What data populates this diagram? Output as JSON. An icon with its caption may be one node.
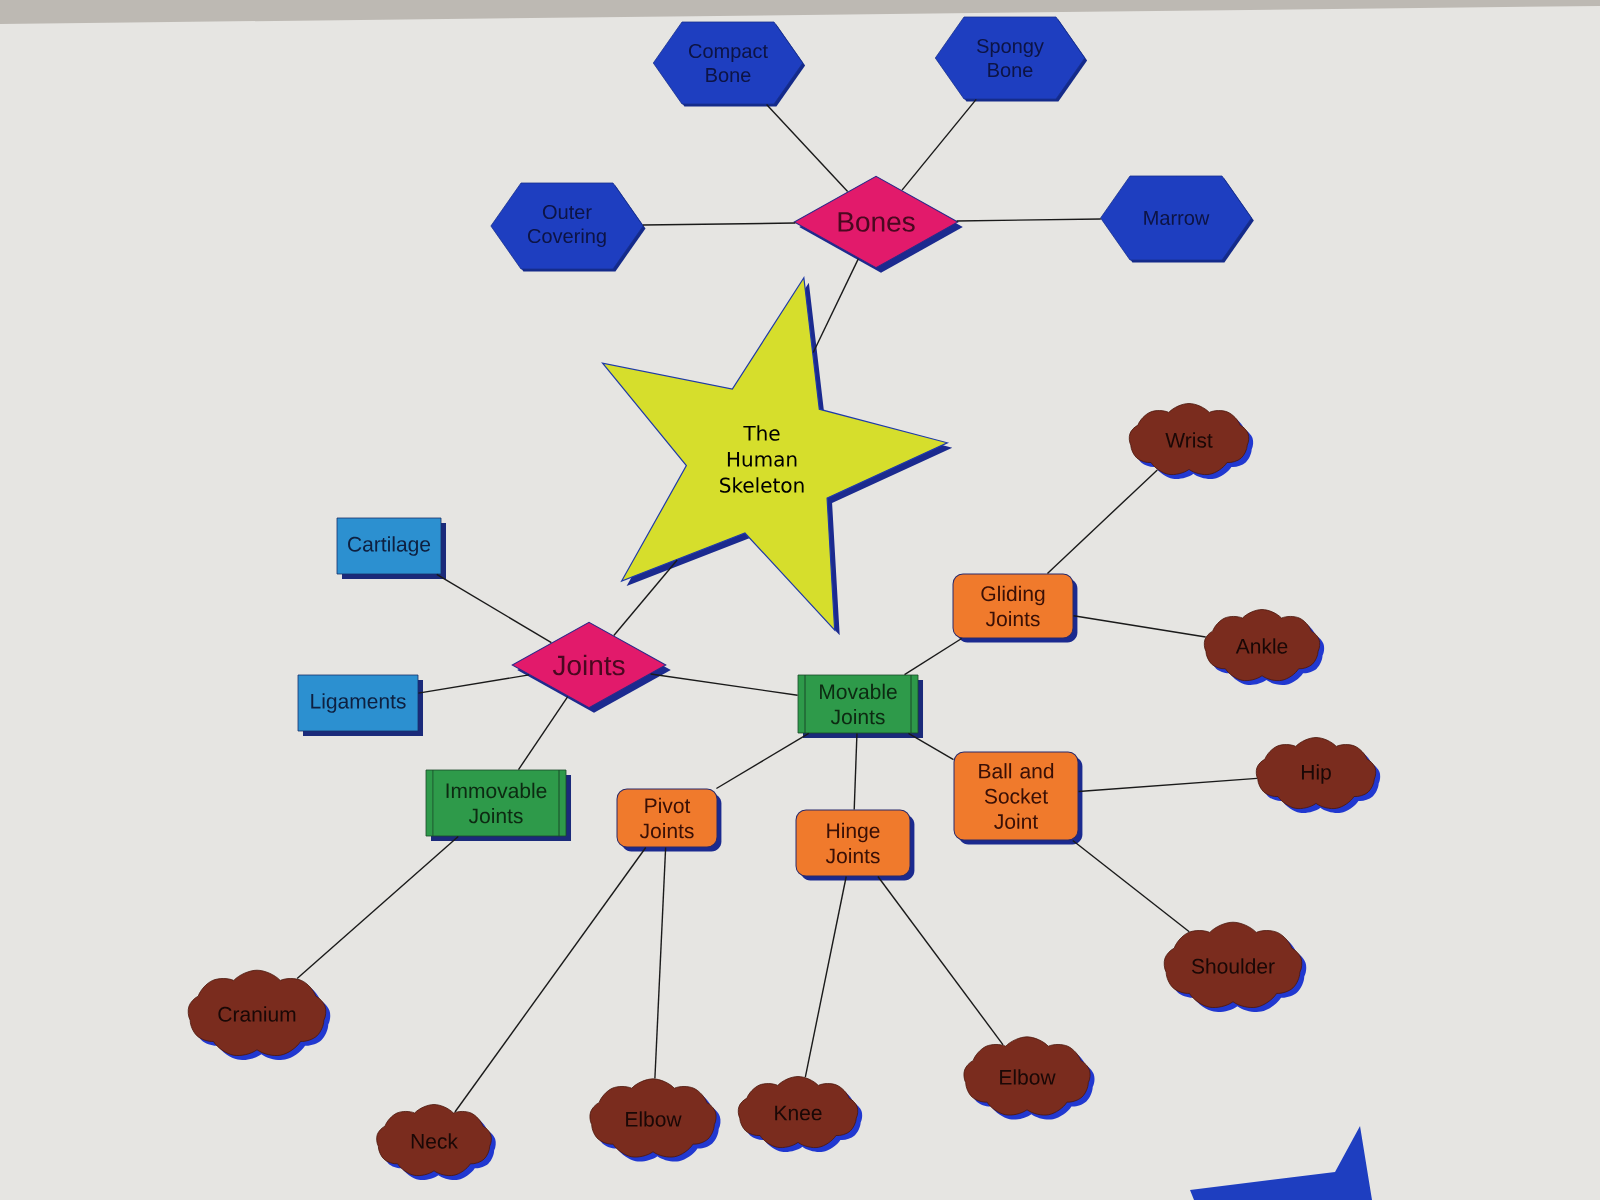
{
  "diagram": {
    "nodes": [
      {
        "text": [
          "Compact Bone"
        ]
      },
      {
        "text": [
          "Spongy Bone"
        ]
      },
      {
        "text": [
          "Outer Covering"
        ]
      },
      {
        "text": [
          "Bones"
        ]
      },
      {
        "text": [
          "Marrow"
        ]
      },
      {
        "text": [
          "The Human Skeleton"
        ]
      },
      {
        "text": [
          "Wrist"
        ]
      },
      {
        "text": [
          "Cartilage"
        ]
      },
      {
        "text": [
          "Gliding Joints"
        ]
      },
      {
        "text": [
          "Ankle"
        ]
      },
      {
        "text": [
          "Joints"
        ]
      },
      {
        "text": [
          "Ligaments"
        ]
      },
      {
        "text": [
          "Movable Joints"
        ]
      },
      {
        "text": [
          "Hip"
        ]
      },
      {
        "text": [
          "Ball and Socket Joint"
        ]
      },
      {
        "text": [
          "Immovable Joints"
        ]
      },
      {
        "text": [
          "Pivot Joints"
        ]
      },
      {
        "text": [
          "Hinge Joints"
        ]
      },
      {
        "text": [
          "Shoulder"
        ]
      },
      {
        "text": [
          "Cranium"
        ]
      },
      {
        "text": [
          "Elbow"
        ]
      },
      {
        "text": [
          "Knee"
        ]
      },
      {
        "text": [
          "Elbow"
        ]
      },
      {
        "text": [
          "Neck"
        ]
      },
      {
        "text": [],
        "shape": "star"
      }
    ],
    "edges": [
      {
        "from": 3,
        "to": 0,
        "arrow": "none"
      },
      {
        "from": 3,
        "to": 1,
        "arrow": "none"
      },
      {
        "from": 3,
        "to": 2,
        "arrow": "none"
      },
      {
        "from": 3,
        "to": 4,
        "arrow": "none"
      },
      {
        "from": 5,
        "to": 3,
        "arrow": "none"
      },
      {
        "from": 5,
        "to": 10,
        "arrow": "none"
      },
      {
        "from": 10,
        "to": 7,
        "arrow": "none"
      },
      {
        "from": 10,
        "to": 11,
        "arrow": "none"
      },
      {
        "from": 10,
        "to": 12,
        "arrow": "none"
      },
      {
        "from": 10,
        "to": 15,
        "arrow": "none"
      },
      {
        "from": 12,
        "to": 8,
        "arrow": "none"
      },
      {
        "from": 12,
        "to": 14,
        "arrow": "none"
      },
      {
        "from": 12,
        "to": 16,
        "arrow": "none"
      },
      {
        "from": 12,
        "to": 17,
        "arrow": "none"
      },
      {
        "from": 8,
        "to": 6,
        "arrow": "none"
      },
      {
        "from": 8,
        "to": 9,
        "arrow": "none"
      },
      {
        "from": 14,
        "to": 13,
        "arrow": "none"
      },
      {
        "from": 14,
        "to": 18,
        "arrow": "none"
      },
      {
        "from": 15,
        "to": 19,
        "arrow": "none"
      },
      {
        "from": 16,
        "to": 23,
        "arrow": "none"
      },
      {
        "from": 16,
        "to": 22,
        "arrow": "none"
      },
      {
        "from": 17,
        "to": 21,
        "arrow": "none"
      },
      {
        "from": 17,
        "to": 20,
        "arrow": "none"
      }
    ]
  }
}
